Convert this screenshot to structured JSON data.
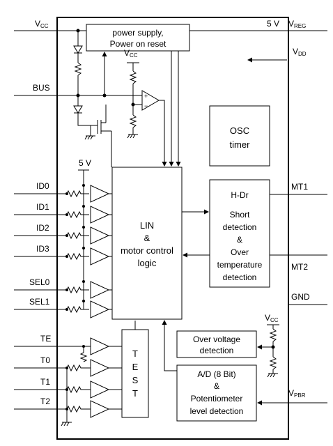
{
  "pins_left": {
    "vcc": {
      "main": "V",
      "sub": "CC"
    },
    "bus": "BUS",
    "id0": "ID0",
    "id1": "ID1",
    "id2": "ID2",
    "id3": "ID3",
    "sel0": "SEL0",
    "sel1": "SEL1",
    "te": "TE",
    "t0": "T0",
    "t1": "T1",
    "t2": "T2"
  },
  "pins_right": {
    "five_v": "5 V",
    "vreg": {
      "main": "V",
      "sub": "REG"
    },
    "vdd": {
      "main": "V",
      "sub": "DD"
    },
    "mt1": "MT1",
    "mt2": "MT2",
    "gnd": "GND",
    "vpbr": {
      "main": "V",
      "sub": "PBR"
    }
  },
  "internal_labels": {
    "vcc_bias": {
      "main": "V",
      "sub": "CC"
    },
    "five_v_pullup": "5 V",
    "vcc_divider": {
      "main": "V",
      "sub": "CC"
    }
  },
  "blocks": {
    "power_supply": [
      "power supply,",
      "Power on reset"
    ],
    "osc": [
      "OSC",
      "timer"
    ],
    "lin": [
      "LIN",
      "&",
      "motor control",
      "logic"
    ],
    "hdr": [
      "H-Dr",
      "Short",
      "detection",
      "&",
      "Over",
      "temperature",
      "detection"
    ],
    "overvoltage": [
      "Over voltage",
      "detection"
    ],
    "adc": [
      "A/D (8 Bit)",
      "&",
      "Potentiometer",
      "level detection"
    ],
    "test": [
      "T",
      "E",
      "S",
      "T"
    ]
  }
}
